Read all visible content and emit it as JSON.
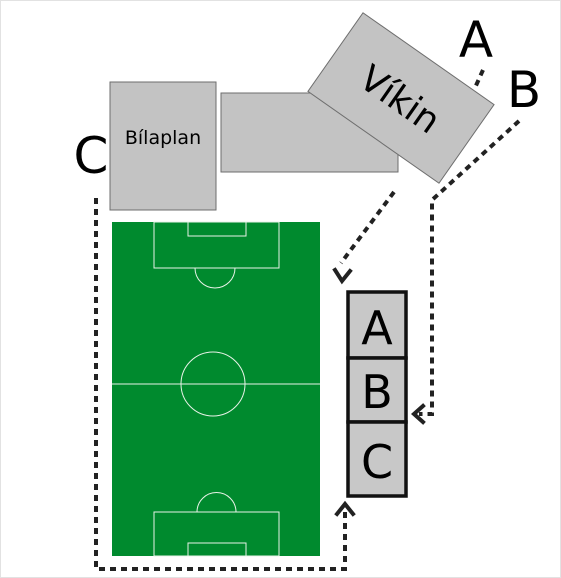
{
  "labels": {
    "parking": "Bílaplan",
    "vikin": "Víkin",
    "route_a": "A",
    "route_b": "B",
    "route_c": "C"
  },
  "gates": [
    {
      "label": "A"
    },
    {
      "label": "B"
    },
    {
      "label": "C"
    }
  ],
  "colors": {
    "pitch": "#008a2e",
    "building": "#c3c3c3",
    "outline": "#6e6e6e",
    "gate_fill": "#c8c8c8",
    "path": "#222222"
  }
}
